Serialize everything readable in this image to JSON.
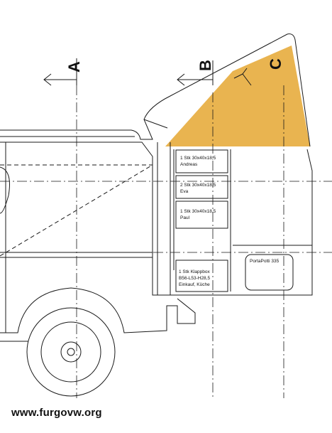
{
  "section_labels": {
    "a": "A",
    "b": "B",
    "c": "C"
  },
  "boxes": [
    {
      "line1": "1 Stk 30x40x18,5",
      "line2": "Andreas"
    },
    {
      "line1": "2 Stk 30x40x18,5",
      "line2": "Eva"
    },
    {
      "line1": "1 Stk 30x40x18,5",
      "line2": "Paul"
    }
  ],
  "klappbox": {
    "line1": "1 Stk Klappbox",
    "line2": "B56-L53-H28,5",
    "line3": "Einkauf, Küche"
  },
  "toilet": {
    "label": "PortaPotti 335"
  },
  "watermark": "www.furgovw.org",
  "colors": {
    "highlight": "#e9b450",
    "line": "#1a1a1a"
  }
}
